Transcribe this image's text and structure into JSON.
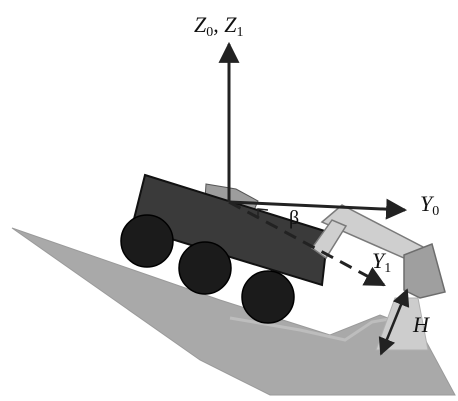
{
  "labels": {
    "z_axis": {
      "a": "Z",
      "a_sub": "0",
      "sep": ", ",
      "b": "Z",
      "b_sub": "1"
    },
    "y0_axis": {
      "name": "Y",
      "sub": "0"
    },
    "y1_axis": {
      "name": "Y",
      "sub": "1"
    },
    "angle": "β",
    "height": "H"
  },
  "colors": {
    "ground": "#a9a9a9",
    "rover_body": "#3a3a3a",
    "wheel": "#1b1b1b",
    "arm": "#cfcfcf",
    "arm_edge": "#7a7a7a",
    "axis": "#222222"
  }
}
